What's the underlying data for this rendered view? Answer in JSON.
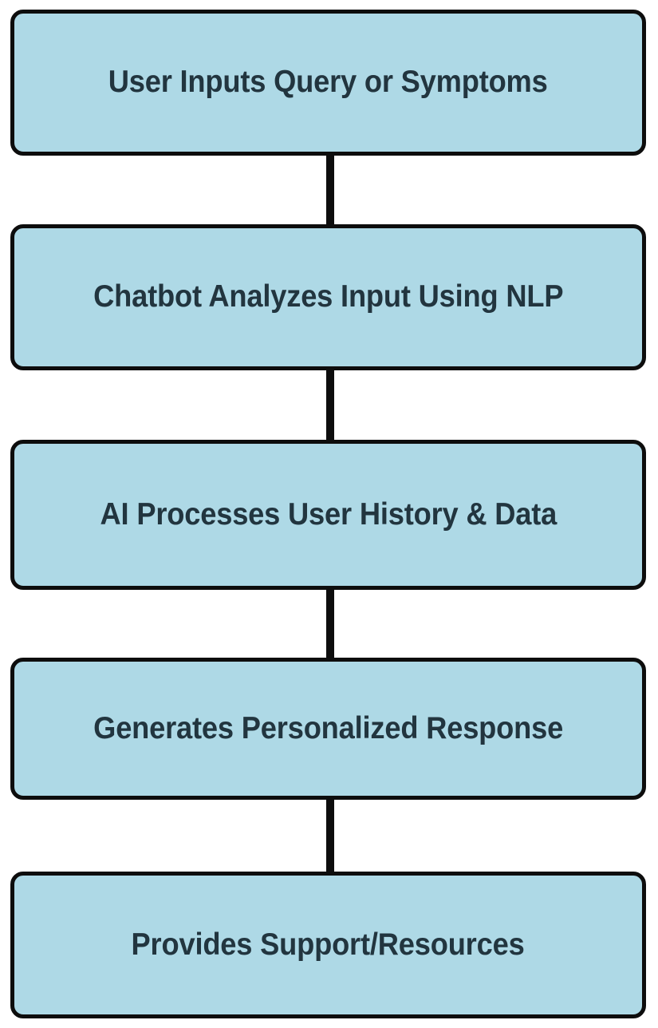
{
  "diagram": {
    "type": "flowchart",
    "orientation": "top-to-bottom",
    "title": "",
    "colors": {
      "node_fill": "#aed9e6",
      "node_border": "#0d0d0d",
      "text": "#22353f",
      "connector": "#0d0d0d",
      "background": "#ffffff"
    },
    "nodes": [
      {
        "id": "step-1",
        "label": "User Inputs Query or Symptoms"
      },
      {
        "id": "step-2",
        "label": "Chatbot Analyzes Input Using NLP"
      },
      {
        "id": "step-3",
        "label": "AI Processes User History & Data"
      },
      {
        "id": "step-4",
        "label": "Generates Personalized Response"
      },
      {
        "id": "step-5",
        "label": "Provides Support/Resources"
      }
    ],
    "edges": [
      {
        "id": "edge-1",
        "from": "step-1",
        "to": "step-2",
        "label": "",
        "marker": "arrow-down-icon"
      },
      {
        "id": "edge-2",
        "from": "step-2",
        "to": "step-3",
        "label": "",
        "marker": "arrow-down-icon"
      },
      {
        "id": "edge-3",
        "from": "step-3",
        "to": "step-4",
        "label": "",
        "marker": "arrow-down-icon"
      },
      {
        "id": "edge-4",
        "from": "step-4",
        "to": "step-5",
        "label": "",
        "marker": "arrow-down-icon"
      }
    ]
  }
}
